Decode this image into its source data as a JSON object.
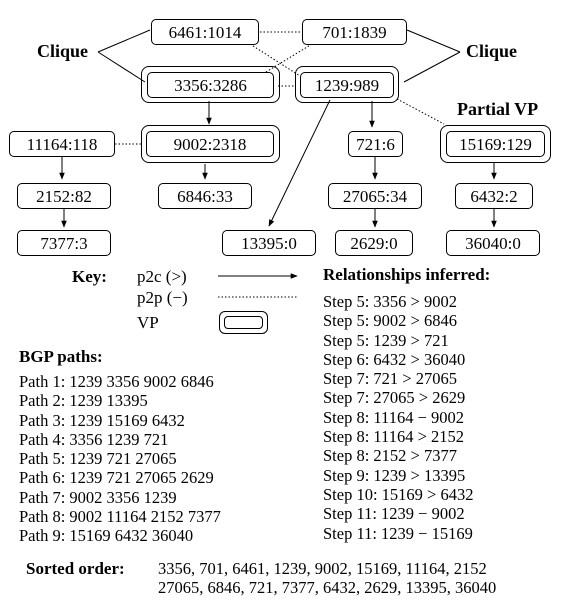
{
  "nodes": {
    "n6461": "6461:1014",
    "n701": "701:1839",
    "n3356": "3356:3286",
    "n1239": "1239:989",
    "n11164": "11164:118",
    "n9002": "9002:2318",
    "n721": "721:6",
    "n15169": "15169:129",
    "n2152": "2152:82",
    "n6846": "6846:33",
    "n27065": "27065:34",
    "n6432": "6432:2",
    "n7377": "7377:3",
    "n13395": "13395:0",
    "n2629": "2629:0",
    "n36040": "36040:0"
  },
  "labels": {
    "clique_left": "Clique",
    "clique_right": "Clique",
    "partial_vp": "Partial VP"
  },
  "key": {
    "title": "Key:",
    "p2c": "p2c (>)",
    "p2p": "p2p (−)",
    "vp": "VP"
  },
  "bgp": {
    "title": "BGP paths:",
    "paths": [
      "Path 1: 1239 3356 9002 6846",
      "Path 2: 1239 13395",
      "Path 3: 1239 15169 6432",
      "Path 4: 3356 1239 721",
      "Path 5: 1239 721 27065",
      "Path 6: 1239 721 27065 2629",
      "Path 7: 9002 3356 1239",
      "Path 8: 9002 11164 2152 7377",
      "Path 9: 15169 6432 36040"
    ]
  },
  "relationships": {
    "title": "Relationships inferred:",
    "steps": [
      "Step 5: 3356 > 9002",
      "Step 5: 9002 > 6846",
      "Step 5: 1239 > 721",
      "Step 6: 6432 > 36040",
      "Step 7: 721 > 27065",
      "Step 7: 27065 > 2629",
      "Step 8: 11164 − 9002",
      "Step 8: 11164 > 2152",
      "Step 8: 2152 > 7377",
      "Step 9: 1239 > 13395",
      "Step 10: 15169 > 6432",
      "Step 11: 1239 − 9002",
      "Step 11: 1239 − 15169"
    ]
  },
  "sorted": {
    "title": "Sorted order:",
    "line1": "3356, 701, 6461, 1239, 9002, 15169, 11164, 2152",
    "line2": "27065, 6846, 721, 7377, 6432, 2629, 13395, 36040"
  }
}
